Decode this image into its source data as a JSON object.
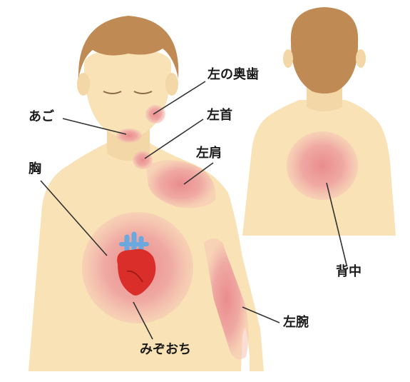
{
  "colors": {
    "skin": "#f8e2b6",
    "skin_shadow": "#f1d39f",
    "hair": "#c08a55",
    "pain_core": "#ea8f93",
    "pain_edge": "#f6c4b4",
    "heart": "#d92e2a",
    "vessel": "#6aa8de",
    "line": "#333333"
  },
  "labels": {
    "back_teeth": "左の奥歯",
    "jaw": "あご",
    "neck": "左首",
    "shoulder": "左肩",
    "chest": "胸",
    "back": "背中",
    "arm": "左腕",
    "pit": "みぞおち"
  }
}
